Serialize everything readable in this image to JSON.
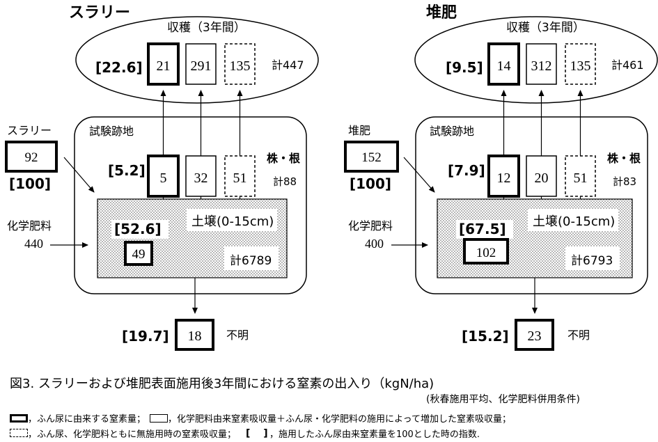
{
  "panels": [
    {
      "title": "スラリー",
      "harvest_label": "収穫（3年間）",
      "harvest_index": "[22.6]",
      "harvest_values": [
        "21",
        "291",
        "135"
      ],
      "harvest_total": "計447",
      "site_label": "試験跡地",
      "manure_label": "スラリー",
      "manure_value": "92",
      "manure_index": "[100]",
      "stubble_index": "[5.2]",
      "stubble_values": [
        "5",
        "32",
        "51"
      ],
      "stubble_label": "株・根",
      "stubble_total": "計88",
      "fert_label": "化学肥料",
      "fert_value": "440",
      "soil_label": "土壌(0-15cm)",
      "soil_index": "[52.6]",
      "soil_value": "49",
      "soil_total": "計6789",
      "unknown_index": "[19.7]",
      "unknown_value": "18",
      "unknown_label": "不明"
    },
    {
      "title": "堆肥",
      "harvest_label": "収穫（3年間）",
      "harvest_index": "[9.5]",
      "harvest_values": [
        "14",
        "312",
        "135"
      ],
      "harvest_total": "計461",
      "site_label": "試験跡地",
      "manure_label": "堆肥",
      "manure_value": "152",
      "manure_index": "[100]",
      "stubble_index": "[7.9]",
      "stubble_values": [
        "12",
        "20",
        "51"
      ],
      "stubble_label": "株・根",
      "stubble_total": "計83",
      "fert_label": "化学肥料",
      "fert_value": "400",
      "soil_label": "土壌(0-15cm)",
      "soil_index": "[67.5]",
      "soil_value": "102",
      "soil_total": "計6793",
      "unknown_index": "[15.2]",
      "unknown_value": "23",
      "unknown_label": "不明"
    }
  ],
  "caption": "図3. スラリーおよび堆肥表面施用後3年間における窒素の出入り（kgN/ha)",
  "caption_sub": "(秋春施用平均、化学肥料併用条件)",
  "legend": {
    "thick": "，ふん尿に由来する窒素量；",
    "thin": "，化学肥料由来窒素吸収量＋ふん尿・化学肥料の施用によって増加した窒素吸収量；",
    "dashed": "，ふん尿、化学肥料ともに無施用時の窒素吸収量；",
    "bracket": "[　 ]",
    "bracket_text": "，施用したふん尿由来窒素量を100とした時の指数."
  }
}
